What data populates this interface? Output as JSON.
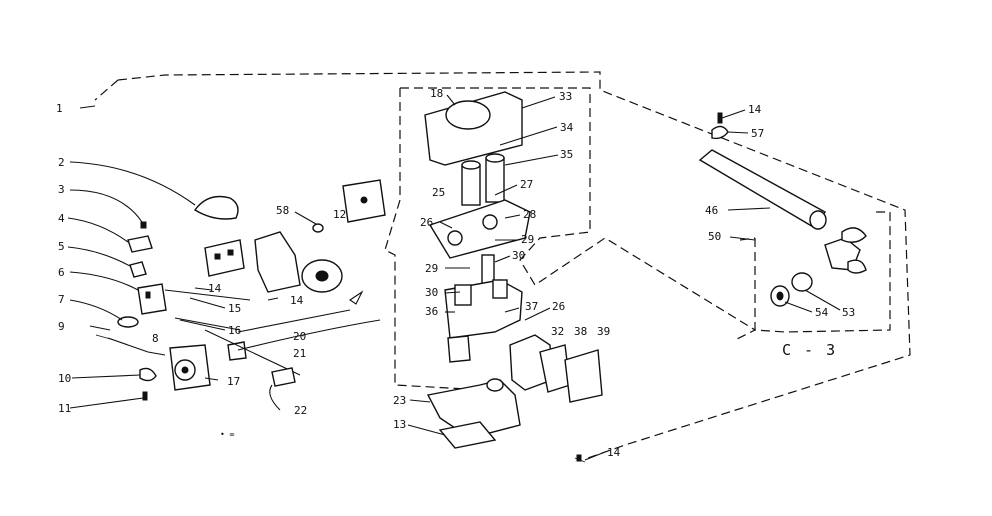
{
  "diagram": {
    "type": "exploded-parts-view",
    "callouts": [
      "1",
      "2",
      "3",
      "4",
      "5",
      "6",
      "7",
      "8",
      "9",
      "10",
      "11",
      "12",
      "13",
      "14",
      "15",
      "16",
      "17",
      "18",
      "20",
      "21",
      "22",
      "23",
      "25",
      "26",
      "27",
      "28",
      "29",
      "30",
      "32",
      "33",
      "34",
      "35",
      "36",
      "37",
      "38",
      "39",
      "46",
      "50",
      "53",
      "54",
      "57",
      "58"
    ],
    "group_label": "C - 3",
    "small_mark": "• ∞"
  }
}
